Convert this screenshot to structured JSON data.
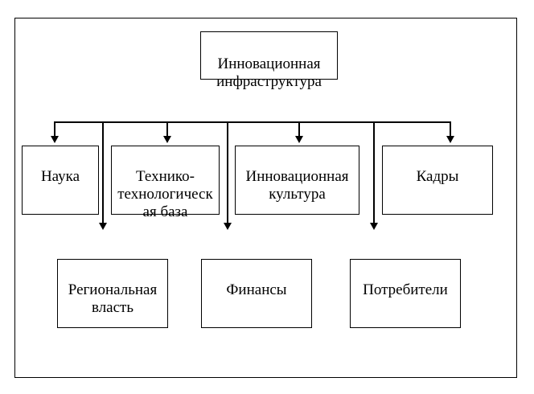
{
  "diagram": {
    "background_color": "#ffffff",
    "line_color": "#000000",
    "root": {
      "label": "Инновационная инфраструктура"
    },
    "level1": [
      {
        "label": "Наука"
      },
      {
        "label": "Технико-\nтехнологическ\nая база"
      },
      {
        "label": "Инновационная культура"
      },
      {
        "label": "Кадры"
      }
    ],
    "level2": [
      {
        "label": "Региональная власть"
      },
      {
        "label": "Финансы"
      },
      {
        "label": "Потребители"
      }
    ]
  }
}
